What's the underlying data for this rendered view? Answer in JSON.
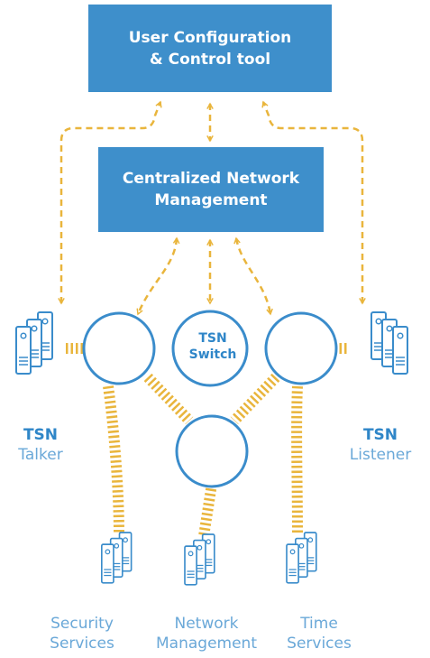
{
  "nodes": {
    "user_config": "User Configuration\n& Control tool",
    "cnm": "Centralized Network\nManagement",
    "switch_line1": "TSN",
    "switch_line2": "Switch"
  },
  "endpoints": {
    "talker": {
      "line1": "TSN",
      "line2": "Talker"
    },
    "listener": {
      "line1": "TSN",
      "line2": "Listener"
    }
  },
  "services": {
    "security": {
      "line1": "Security",
      "line2": "Services"
    },
    "network": {
      "line1": "Network",
      "line2": "Management"
    },
    "time": {
      "line1": "Time",
      "line2": "Services"
    }
  },
  "colors": {
    "box_fill": "#3e8fcb",
    "outline": "#3a8ccb",
    "link": "#e9b53c",
    "label": "#6aa8d8"
  },
  "icons": [
    "server-stack-icon",
    "switch-node-icon"
  ]
}
